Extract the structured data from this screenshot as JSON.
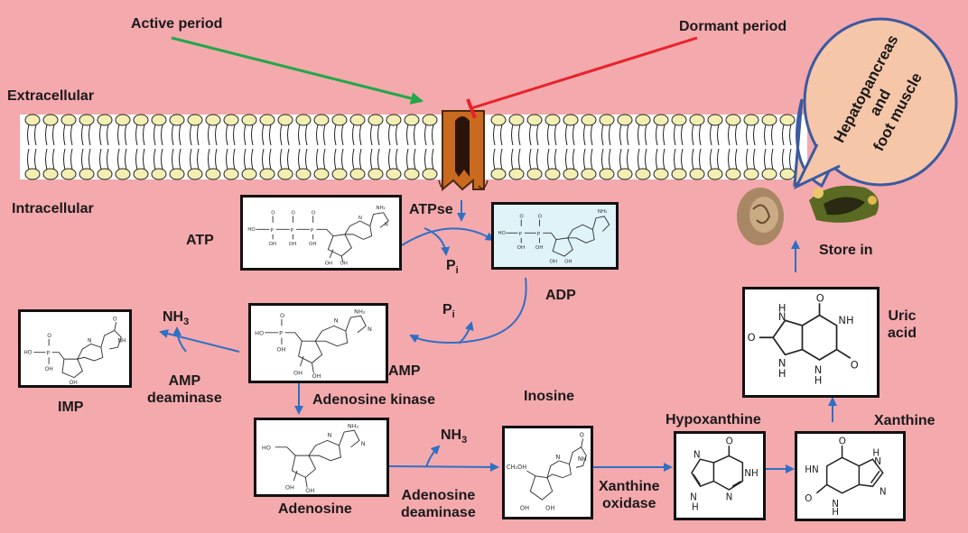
{
  "regions": {
    "extracellular": "Extracellular",
    "intracellular": "Intracellular"
  },
  "periods": {
    "active": "Active period",
    "dormant": "Dormant period"
  },
  "storage": {
    "bubble_line1": "Hepatopancreas",
    "bubble_line2": "and",
    "bubble_line3": "foot muscle",
    "store_label": "Store in"
  },
  "pi": {
    "main": "P",
    "sub": "i"
  },
  "nh3": {
    "main": "NH",
    "sub": "3"
  },
  "molecules": {
    "atp": "ATP",
    "adp": "ADP",
    "amp": "AMP",
    "imp": "IMP",
    "adenosine": "Adenosine",
    "inosine": "Inosine",
    "hypoxanthine": "Hypoxanthine",
    "xanthine": "Xanthine",
    "uric_line1": "Uric",
    "uric_line2": "acid"
  },
  "enzymes": {
    "atpase": "ATPse",
    "amp_deaminase_line1": "AMP",
    "amp_deaminase_line2": "deaminase",
    "adenosine_kinase": "Adenosine kinase",
    "adenosine_deaminase_line1": "Adenosine",
    "adenosine_deaminase_line2": "deaminase",
    "xanthine_oxidase_line1": "Xanthine",
    "xanthine_oxidase_line2": "oxidase"
  },
  "atoms": {
    "o": "O",
    "oh": "OH",
    "ho": "HO",
    "h": "H",
    "n": "N",
    "nh": "NH",
    "hn": "HN",
    "nh2": "NH₂",
    "p": "P",
    "ch2oh": "CH₂OH"
  },
  "colors": {
    "background": "#f4a9ad",
    "active_arrow": "#22a84a",
    "dormant_arrow": "#e8222a",
    "pathway_arrow": "#2f6fc4",
    "channel": "#c96a1e",
    "lipid_head": "#f3efb3",
    "bubble": "#f6c6a8",
    "bubble_border": "#3b5aa0"
  }
}
